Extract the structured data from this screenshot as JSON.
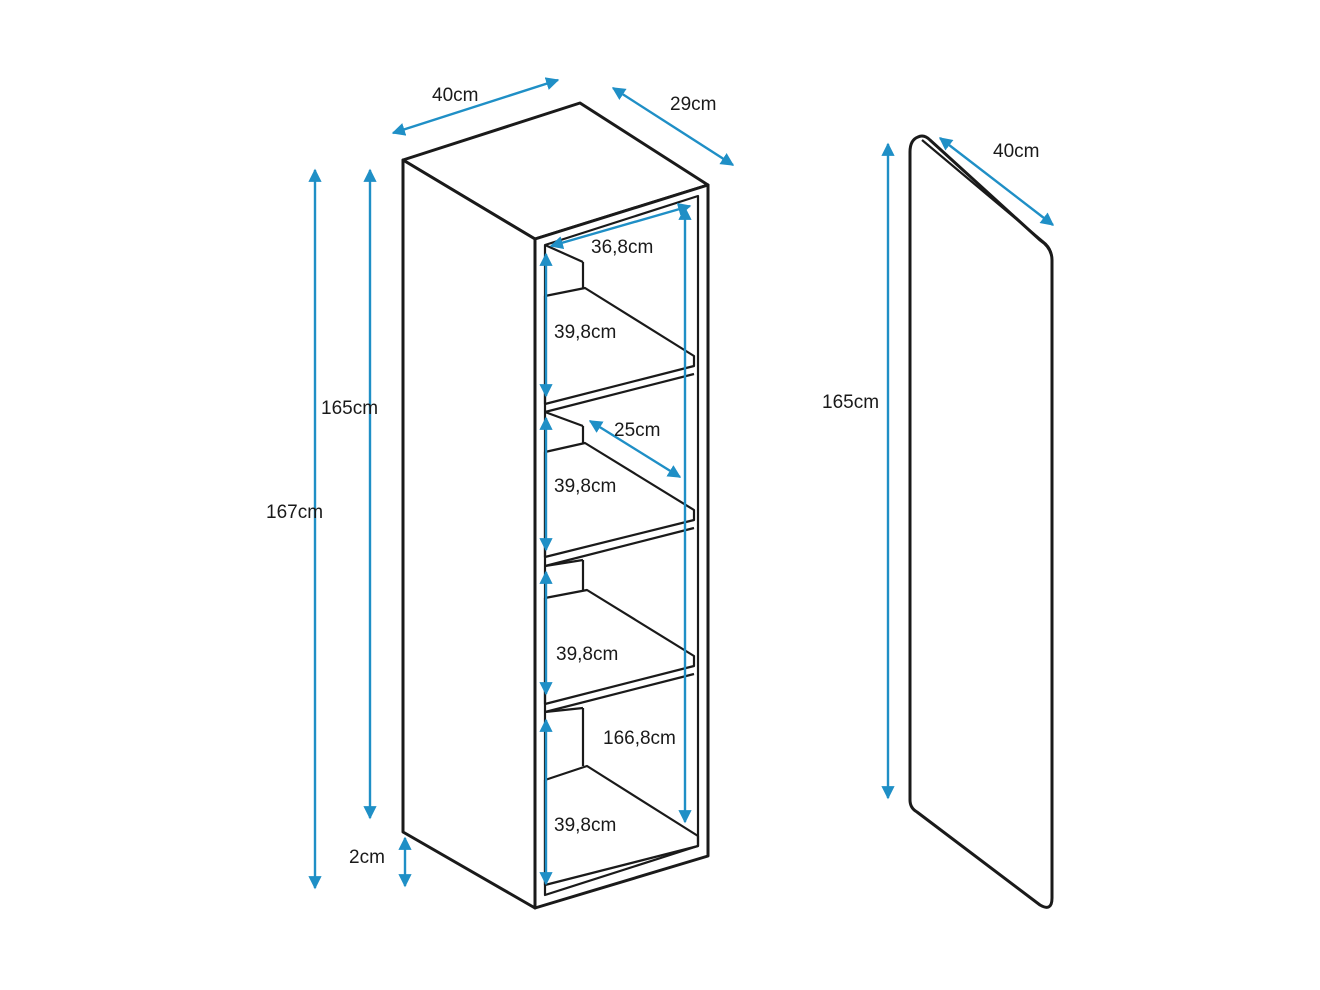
{
  "colors": {
    "dimension": "#1f8fc6",
    "outline": "#1a1a1a",
    "background": "#ffffff"
  },
  "cabinet": {
    "top_width": "40cm",
    "depth": "29cm",
    "inner_width": "36,8cm",
    "shelf_height_1": "39,8cm",
    "shelf_depth": "25cm",
    "shelf_height_2": "39,8cm",
    "shelf_height_3": "39,8cm",
    "inner_height": "166,8cm",
    "shelf_height_4": "39,8cm",
    "body_height": "165cm",
    "total_height": "167cm",
    "base_height": "2cm"
  },
  "door_panel": {
    "width": "40cm",
    "height": "165cm"
  }
}
